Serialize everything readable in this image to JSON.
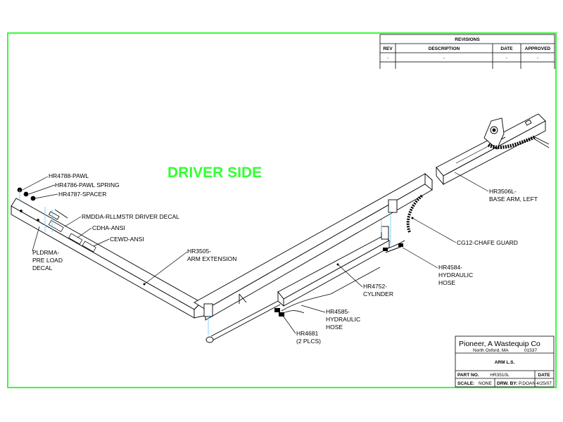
{
  "title": "DRIVER SIDE",
  "accent_color": "#33ff33",
  "revisions": {
    "header": "REVISIONS",
    "columns": [
      "REV",
      "DESCRIPTION",
      "DATE",
      "APPROVED"
    ],
    "row": [
      "-",
      "-",
      "-",
      "-"
    ]
  },
  "title_block": {
    "company": "Pioneer, A Wastequip Co",
    "location": "North Oxford, MA",
    "zip": "01537",
    "drawing_title": "ARM L.S.",
    "part_no_label": "PART NO.",
    "part_no": "HR3510L",
    "date_label": "DATE",
    "scale_label": "SCALE:",
    "scale": "NONE",
    "drawn_by_label": "DRW. BY:",
    "drawn_by": "P.DOAN",
    "date": "4/25/07"
  },
  "parts": {
    "pawl": "HR4788-PAWL",
    "pawl_spring": "HR4786-PAWL SPRING",
    "spacer": "HR4787-SPACER",
    "driver_decal": "RMDDA-RLLMSTR DRIVER DECAL",
    "cdha": "CDHA-ANSI",
    "cewd": "CEWD-ANSI",
    "pldrma_1": "PLDRMA-",
    "pldrma_2": "PRE LOAD",
    "pldrma_3": "DECAL",
    "arm_ext_1": "HR3505-",
    "arm_ext_2": "ARM EXTENSION",
    "base_arm_1": "HR3506L-",
    "base_arm_2": "BASE ARM, LEFT",
    "chafe_guard": "CG12-CHAFE GUARD",
    "hose_4584_1": "HR4584-",
    "hose_4584_2": "HYDRAULIC",
    "hose_4584_3": "HOSE",
    "cylinder_1": "HR4752-",
    "cylinder_2": "CYLINDER",
    "hose_4585_1": "HR4585-",
    "hose_4585_2": "HYDRAULIC",
    "hose_4585_3": "HOSE",
    "fitting_1": "HR4681",
    "fitting_2": "(2 PLCS)"
  }
}
